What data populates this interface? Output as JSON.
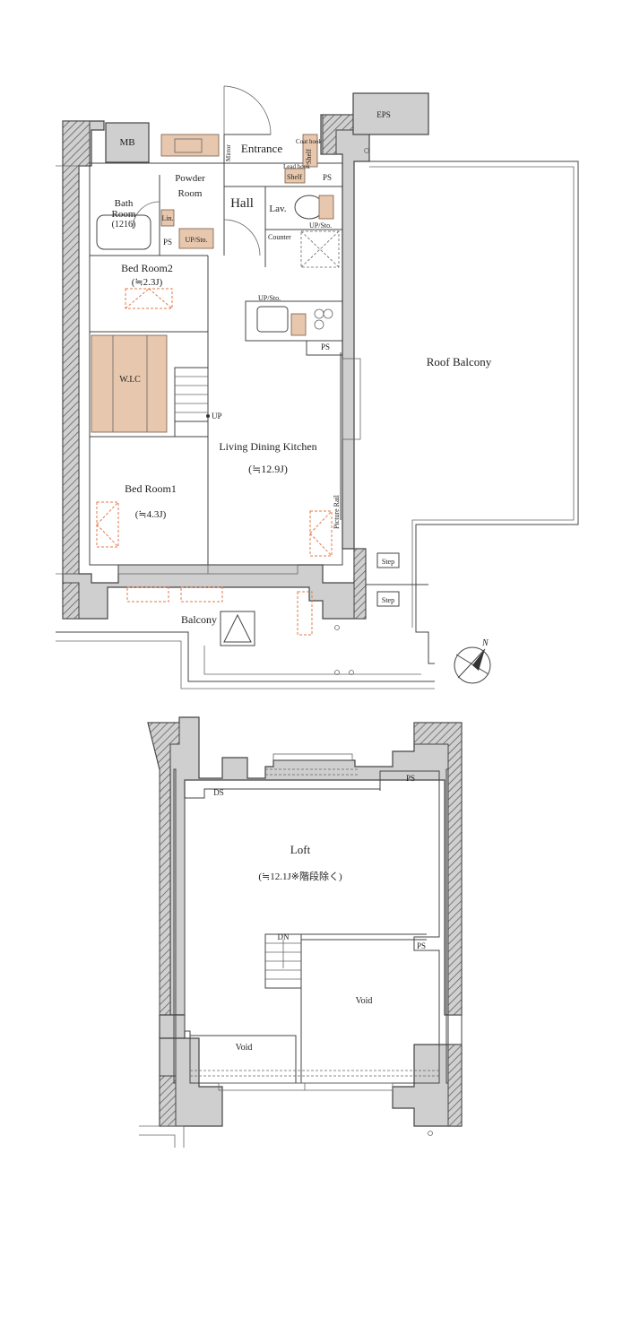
{
  "upper_floor": {
    "rooms": {
      "mb": "MB",
      "eps": "EPS",
      "entrance": "Entrance",
      "coat_hook": "Coat hook",
      "shelf_top": "Shelf",
      "lead_hook": "Lead hook",
      "shelf_small": "Shelf",
      "mirror": "Mirror",
      "ps_entrance": "PS",
      "powder_room_1": "Powder",
      "powder_room_2": "Room",
      "bath_room_1": "Bath",
      "bath_room_2": "Room",
      "bath_size": "(1216)",
      "lin": "Lin.",
      "ps_bath": "PS",
      "up_sto_powder": "UP/Sto.",
      "hall": "Hall",
      "lav": "Lav.",
      "up_sto_lav": "UP/Sto.",
      "counter": "Counter",
      "bed_room2": "Bed Room2",
      "bed_room2_size": "(≒2.3J)",
      "up_sto_kitchen": "UP/Sto.",
      "ps_kitchen": "PS",
      "wic": "W.I.C",
      "up": "UP",
      "ldk": "Living Dining Kitchen",
      "ldk_size": "(≒12.9J)",
      "picture_rail": "Picture Rail",
      "bed_room1": "Bed Room1",
      "bed_room1_size": "(≒4.3J)",
      "roof_balcony": "Roof Balcony",
      "step_1": "Step",
      "step_2": "Step",
      "balcony": "Balcony",
      "north": "N"
    }
  },
  "loft_floor": {
    "rooms": {
      "ds": "DS",
      "ps_top": "PS",
      "loft": "Loft",
      "loft_size": "(≒12.1J※階段除く)",
      "dn": "DN",
      "ps_mid": "PS",
      "void_left": "Void",
      "void_right": "Void"
    }
  },
  "colors": {
    "wall_fill": "#cfcfcf",
    "wood_fill": "#e7c7ad",
    "accent_orange": "#e07b4a"
  }
}
